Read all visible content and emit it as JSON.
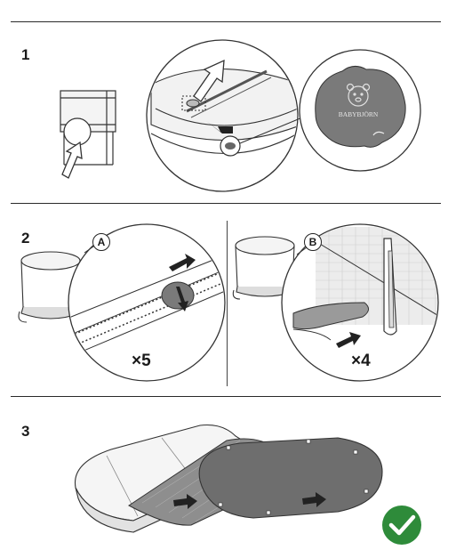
{
  "steps": [
    {
      "number": "1"
    },
    {
      "number": "2",
      "callouts": [
        "A",
        "B"
      ],
      "multipliers": [
        "×5",
        "×4"
      ]
    },
    {
      "number": "3"
    }
  ],
  "brand": {
    "logo_text": "BABYBJÖRN"
  },
  "colors": {
    "accent_green": "#2e8b3a",
    "pad_gray": "#6e6e6e",
    "mesh_gray": "#8a8a8a",
    "line": "#2a2a2a"
  },
  "icons": [
    "pointer-arrow-icon",
    "direction-arrow-icon",
    "checkmark-icon",
    "bear-logo-icon"
  ]
}
